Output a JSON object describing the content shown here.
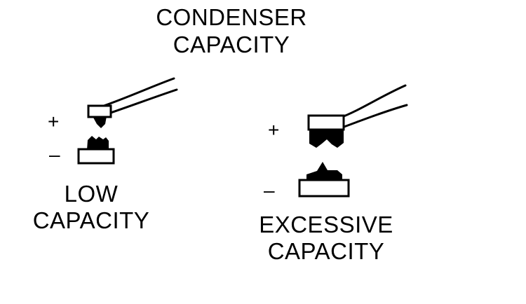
{
  "title": {
    "line1": "CONDENSER",
    "line2": "CAPACITY"
  },
  "panels": [
    {
      "label_line1": "LOW",
      "label_line2": "CAPACITY",
      "plus": "+",
      "minus": "–"
    },
    {
      "label_line1": "EXCESSIVE",
      "label_line2": "CAPACITY",
      "plus": "+",
      "minus": "–"
    }
  ]
}
